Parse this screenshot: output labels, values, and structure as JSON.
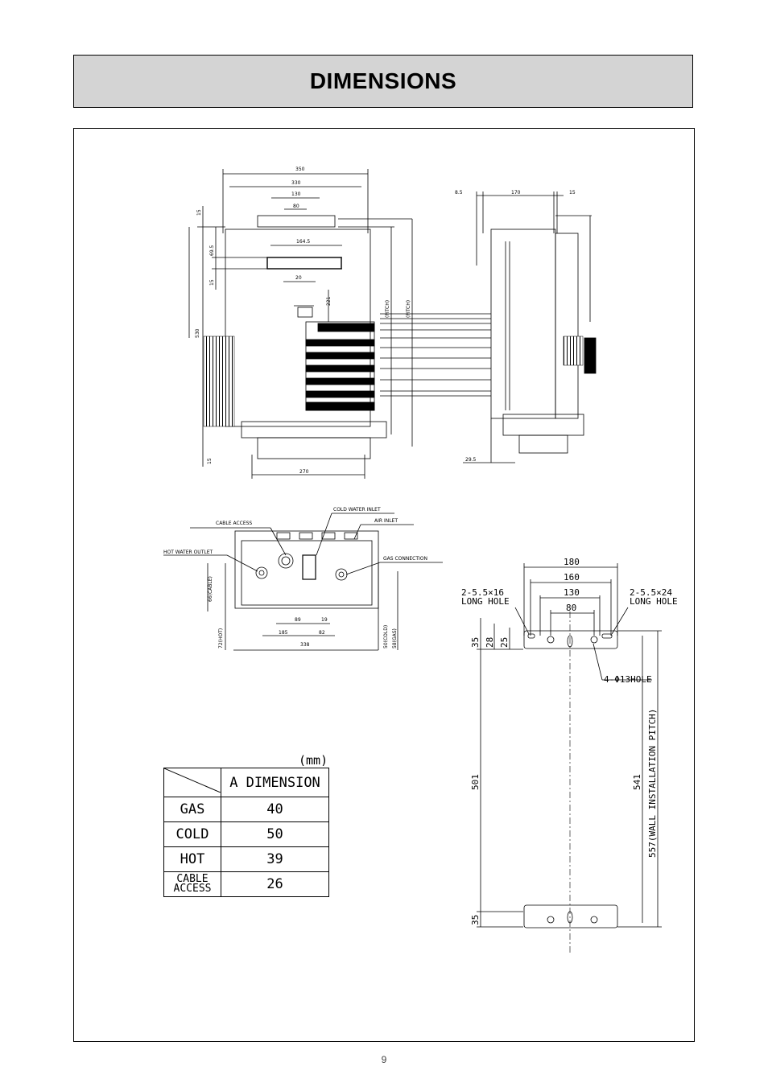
{
  "page": {
    "title": "DIMENSIONS",
    "page_number": "9"
  },
  "front_view": {
    "dims": {
      "w_overall": "350",
      "w_330": "330",
      "w_130": "130",
      "w_80": "80",
      "w_164": "164.5",
      "w_20": "20",
      "h_15_top": "15",
      "h_69": "69.5",
      "h_15b": "15",
      "h_221": "221",
      "h_530": "530",
      "h_15_bot": "15",
      "w_270": "270",
      "pitch1": "(PITCH)",
      "pitch2": "(PITCH)"
    }
  },
  "side_view": {
    "dims": {
      "d_8": "8.5",
      "d_170": "170",
      "d_15": "15",
      "d_29": "29.5"
    }
  },
  "bottom_view": {
    "labels": {
      "cable_access": "CABLE ACCESS",
      "cold_water_inlet": "COLD WATER INLET",
      "air_inlet": "AIR INLET",
      "hot_water_outlet": "HOT WATER OUTLET",
      "gas_connection": "GAS CONNECTION"
    },
    "dims": {
      "d_66": "66(CABLE)",
      "d_72": "72(HOT)",
      "d_89": "89",
      "d_19": "19",
      "d_185": "185",
      "d_82": "82",
      "d_338": "338",
      "d_50": "50(COLD)",
      "d_58": "58(GAS)"
    }
  },
  "bracket_view": {
    "dims": {
      "d_180": "180",
      "d_160": "160",
      "d_130": "130",
      "d_80": "80",
      "d_35_top": "35",
      "d_28": "28",
      "d_25": "25",
      "d_501": "501",
      "d_35_bot": "35",
      "d_541": "541",
      "d_557": "557(WALL INSTALLATION PITCH)"
    },
    "labels": {
      "left_hole_1": "2-5.5×16",
      "left_hole_2": "LONG HOLE",
      "right_hole_1": "2-5.5×24",
      "right_hole_2": "LONG HOLE",
      "round_hole": "4-Φ13HOLE"
    }
  },
  "table": {
    "unit": "(mm)",
    "header": "A DIMENSION",
    "rows": [
      {
        "name": "GAS",
        "value": "40"
      },
      {
        "name": "COLD",
        "value": "50"
      },
      {
        "name": "HOT",
        "value": "39"
      },
      {
        "name": "CABLE ACCESS",
        "value": "26"
      }
    ]
  }
}
